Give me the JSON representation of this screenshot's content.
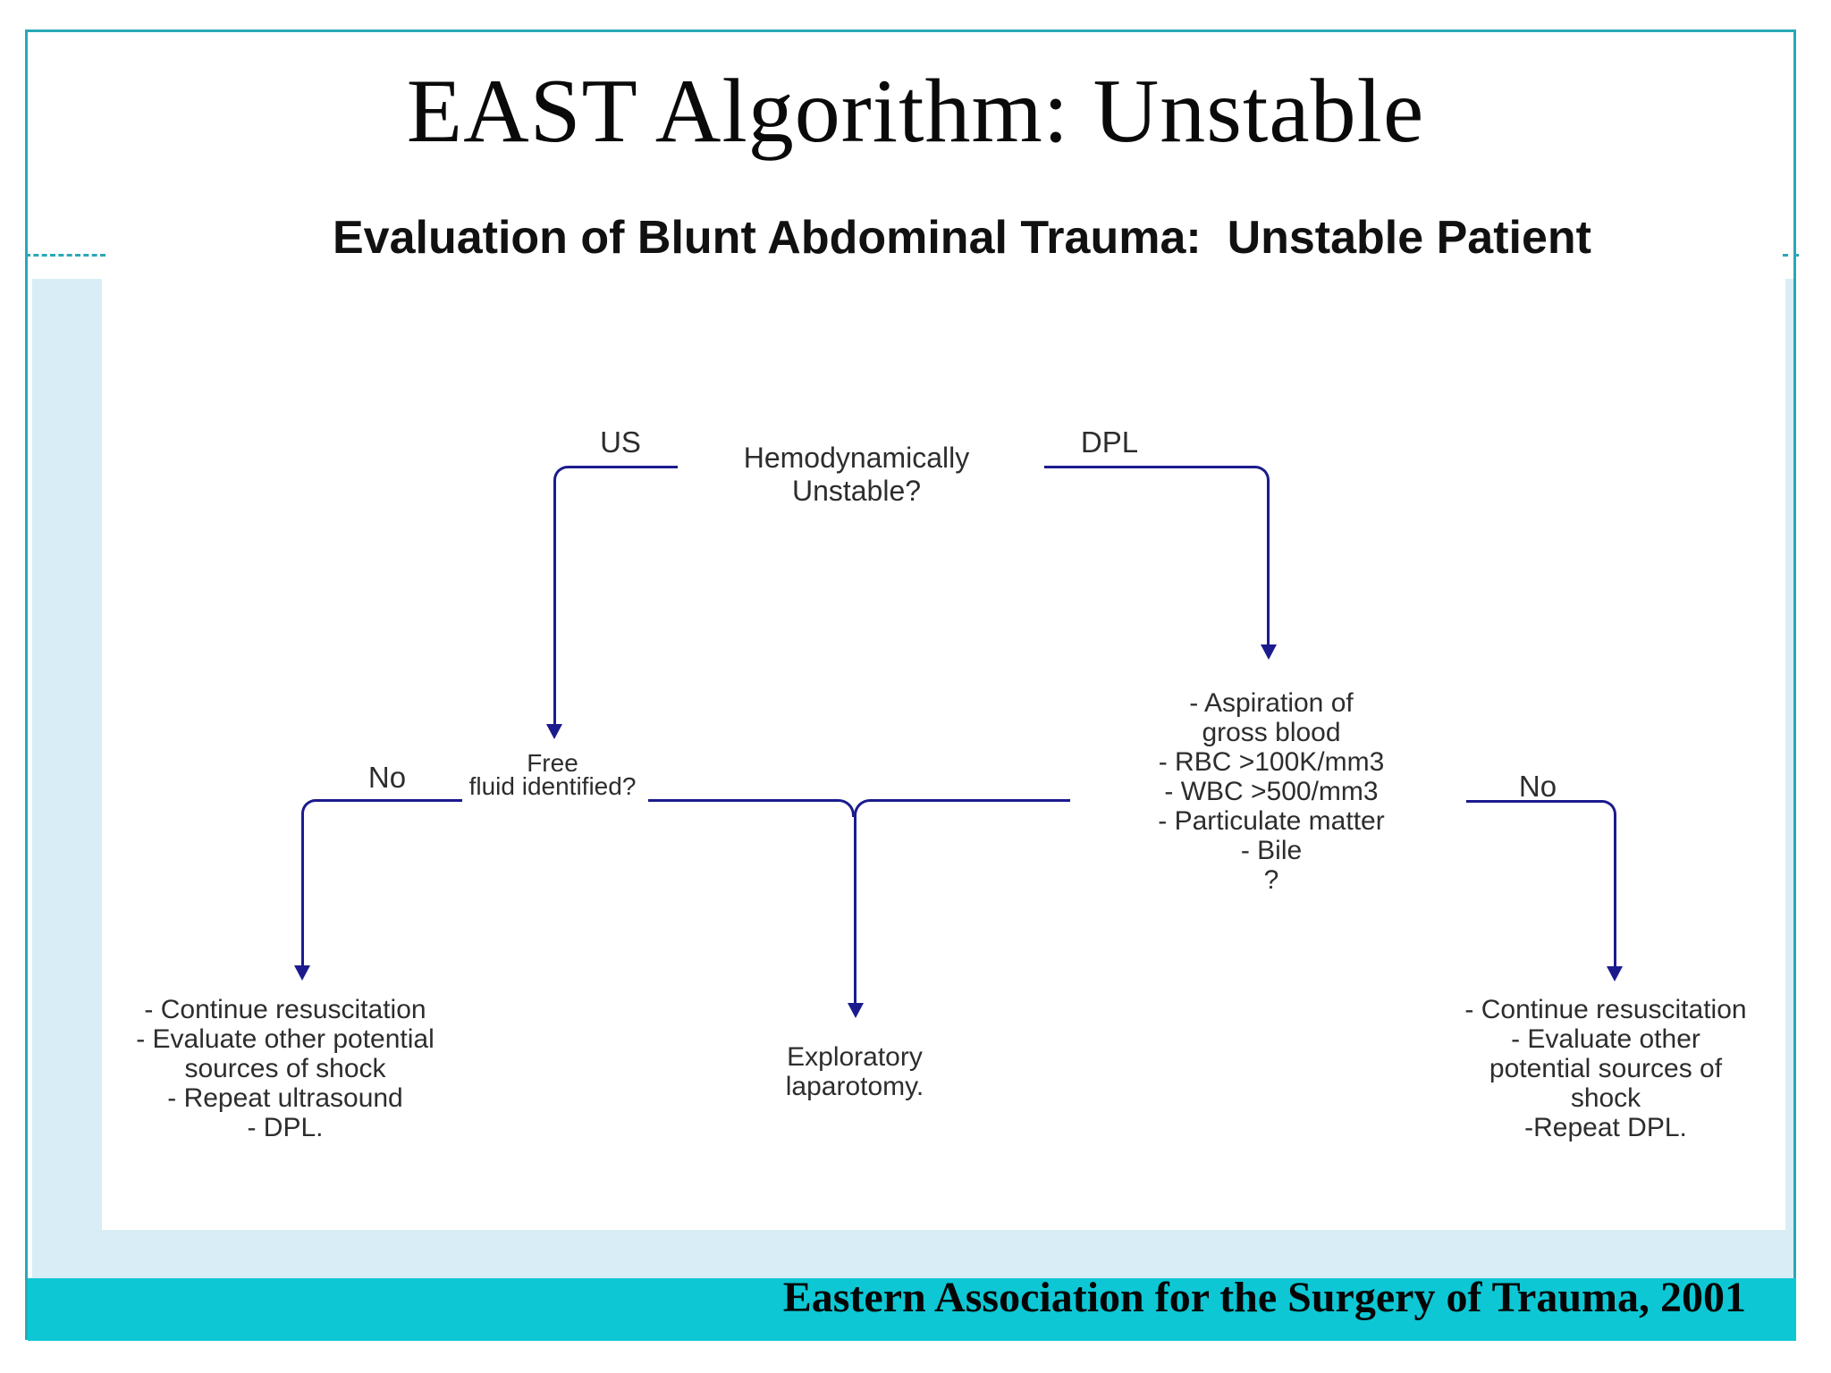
{
  "slide": {
    "title": "EAST Algorithm: Unstable",
    "footer_credit": "Eastern Association for the Surgery of Trauma, 2001",
    "colors": {
      "frame_teal": "#2aa8b6",
      "band_teal": "#0dc7d4",
      "pale_blue": "#d8edf6",
      "line_navy": "#1b1b8e",
      "text": "#2d2d2d"
    }
  },
  "diagram": {
    "subtitle": "Evaluation of Blunt Abdominal Trauma:  Unstable Patient",
    "root_question": "Hemodynamically Unstable?",
    "branch_left_label": "US",
    "branch_right_label": "DPL",
    "us_question": {
      "line1": "Free",
      "line2": "fluid identified?"
    },
    "no_left": "No",
    "no_right": "No",
    "dpl_criteria": [
      "- Aspiration of",
      "gross blood",
      "- RBC >100K/mm3",
      "- WBC >500/mm3",
      "- Particulate matter",
      "- Bile",
      "?"
    ],
    "yes_outcome": [
      "Exploratory",
      "laparotomy."
    ],
    "left_outcome": [
      "- Continue resuscitation",
      "- Evaluate other potential",
      "sources of shock",
      "- Repeat ultrasound",
      "- DPL."
    ],
    "right_outcome": [
      "- Continue resuscitation",
      "- Evaluate other",
      "potential sources of",
      "shock",
      "-Repeat DPL."
    ]
  }
}
